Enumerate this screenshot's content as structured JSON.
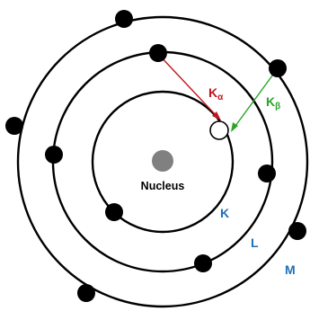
{
  "labels": {
    "nucleus": "Nucleus",
    "shell_k": "K",
    "shell_l": "L",
    "shell_m": "M",
    "k_alpha_base": "K",
    "k_alpha_sub": "α",
    "k_beta_base": "K",
    "k_beta_sub": "β"
  },
  "colors": {
    "k_alpha": "#c0161e",
    "k_beta": "#2aa52a",
    "shell_label": "#1f6fb8",
    "nucleus": "#808080",
    "electron": "#000000"
  }
}
